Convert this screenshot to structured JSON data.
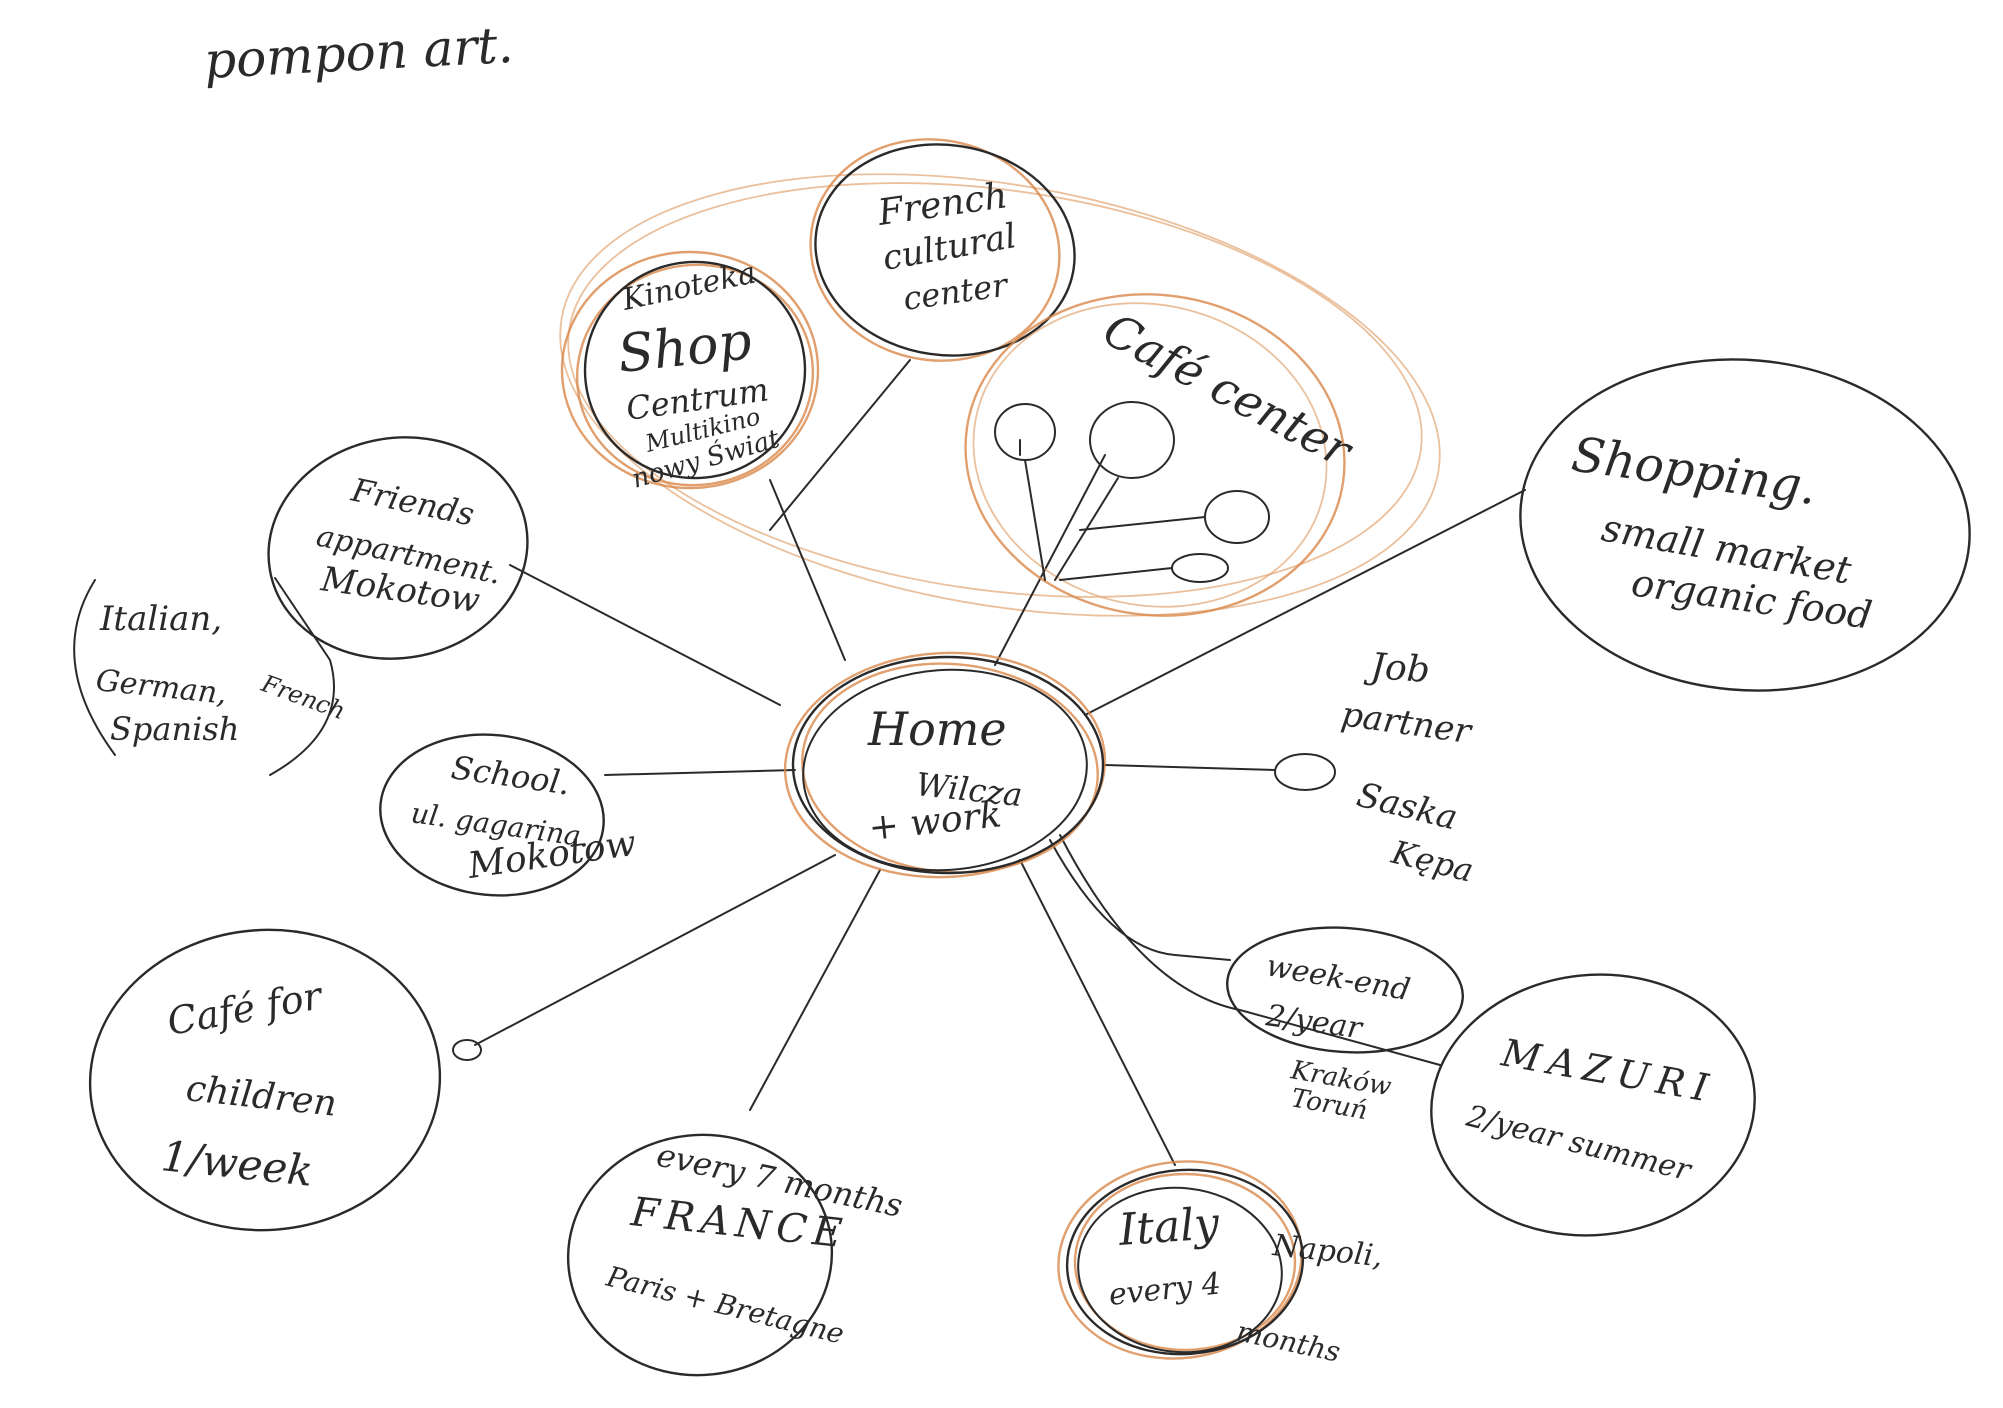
{
  "title": "pompon art.",
  "colors": {
    "ink": "#2a2a2a",
    "pencil": "#d9874a",
    "paper": "#ffffff"
  },
  "nodes": {
    "home": [
      "Home",
      "Wilcza",
      "+ work"
    ],
    "kinoteka": [
      "Kinoteka",
      "Shop",
      "Centrum",
      "Multikino",
      "nowy Świat"
    ],
    "french": [
      "French",
      "cultural",
      "center"
    ],
    "cafe_center": "Café center",
    "shopping": [
      "Shopping.",
      "small market",
      "organic food"
    ],
    "friends": [
      "Friends",
      "appartment.",
      "Mokotow"
    ],
    "languages": [
      "Italian,",
      "German,",
      "French",
      "Spanish"
    ],
    "school": [
      "School.",
      "ul. gagarina.",
      "Mokotow"
    ],
    "job": [
      "Job",
      "partner",
      "Saska",
      "Kępa"
    ],
    "weekend": [
      "week-end",
      "2/year"
    ],
    "krakow": [
      "Kraków",
      "Toruń"
    ],
    "mazuri": [
      "MAZURI",
      "2/year summer"
    ],
    "italy": [
      "Italy",
      "Napoli,",
      "every 4",
      "months"
    ],
    "france": [
      "every 7 months",
      "FRANCE",
      "Paris + Bretagne"
    ],
    "cafe_children": [
      "Café for",
      "children",
      "1/week"
    ]
  }
}
